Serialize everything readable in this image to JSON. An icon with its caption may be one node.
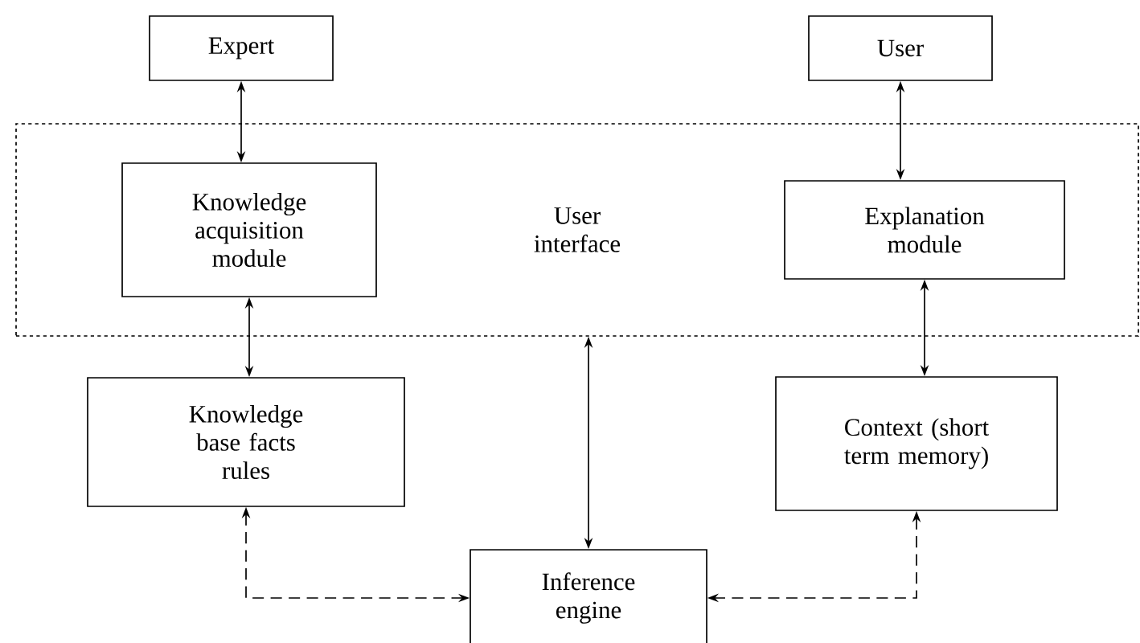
{
  "diagram": {
    "nodes": [
      {
        "text": [
          "Expert"
        ]
      },
      {
        "text": [
          "User"
        ]
      },
      {
        "text": [
          "User interface"
        ]
      },
      {
        "text": [
          "Knowledge acquisition module"
        ],
        "in": 2
      },
      {
        "text": [
          "Explanation module"
        ],
        "in": 2
      },
      {
        "text": [
          "Knowledge base facts rules"
        ]
      },
      {
        "text": [
          "Context (short term memory)"
        ]
      },
      {
        "text": [
          "Inference engine"
        ]
      }
    ],
    "edges": [
      {
        "from": 0,
        "to": 3,
        "arrow": "both"
      },
      {
        "from": 1,
        "to": 4,
        "arrow": "both"
      },
      {
        "from": 3,
        "to": 5,
        "arrow": "both"
      },
      {
        "from": 4,
        "to": 6,
        "arrow": "both"
      },
      {
        "from": 2,
        "to": 7,
        "arrow": "both"
      },
      {
        "from": 5,
        "to": 7,
        "arrow": "both",
        "style": "dashed"
      },
      {
        "from": 6,
        "to": 7,
        "arrow": "both",
        "style": "dashed"
      }
    ]
  }
}
